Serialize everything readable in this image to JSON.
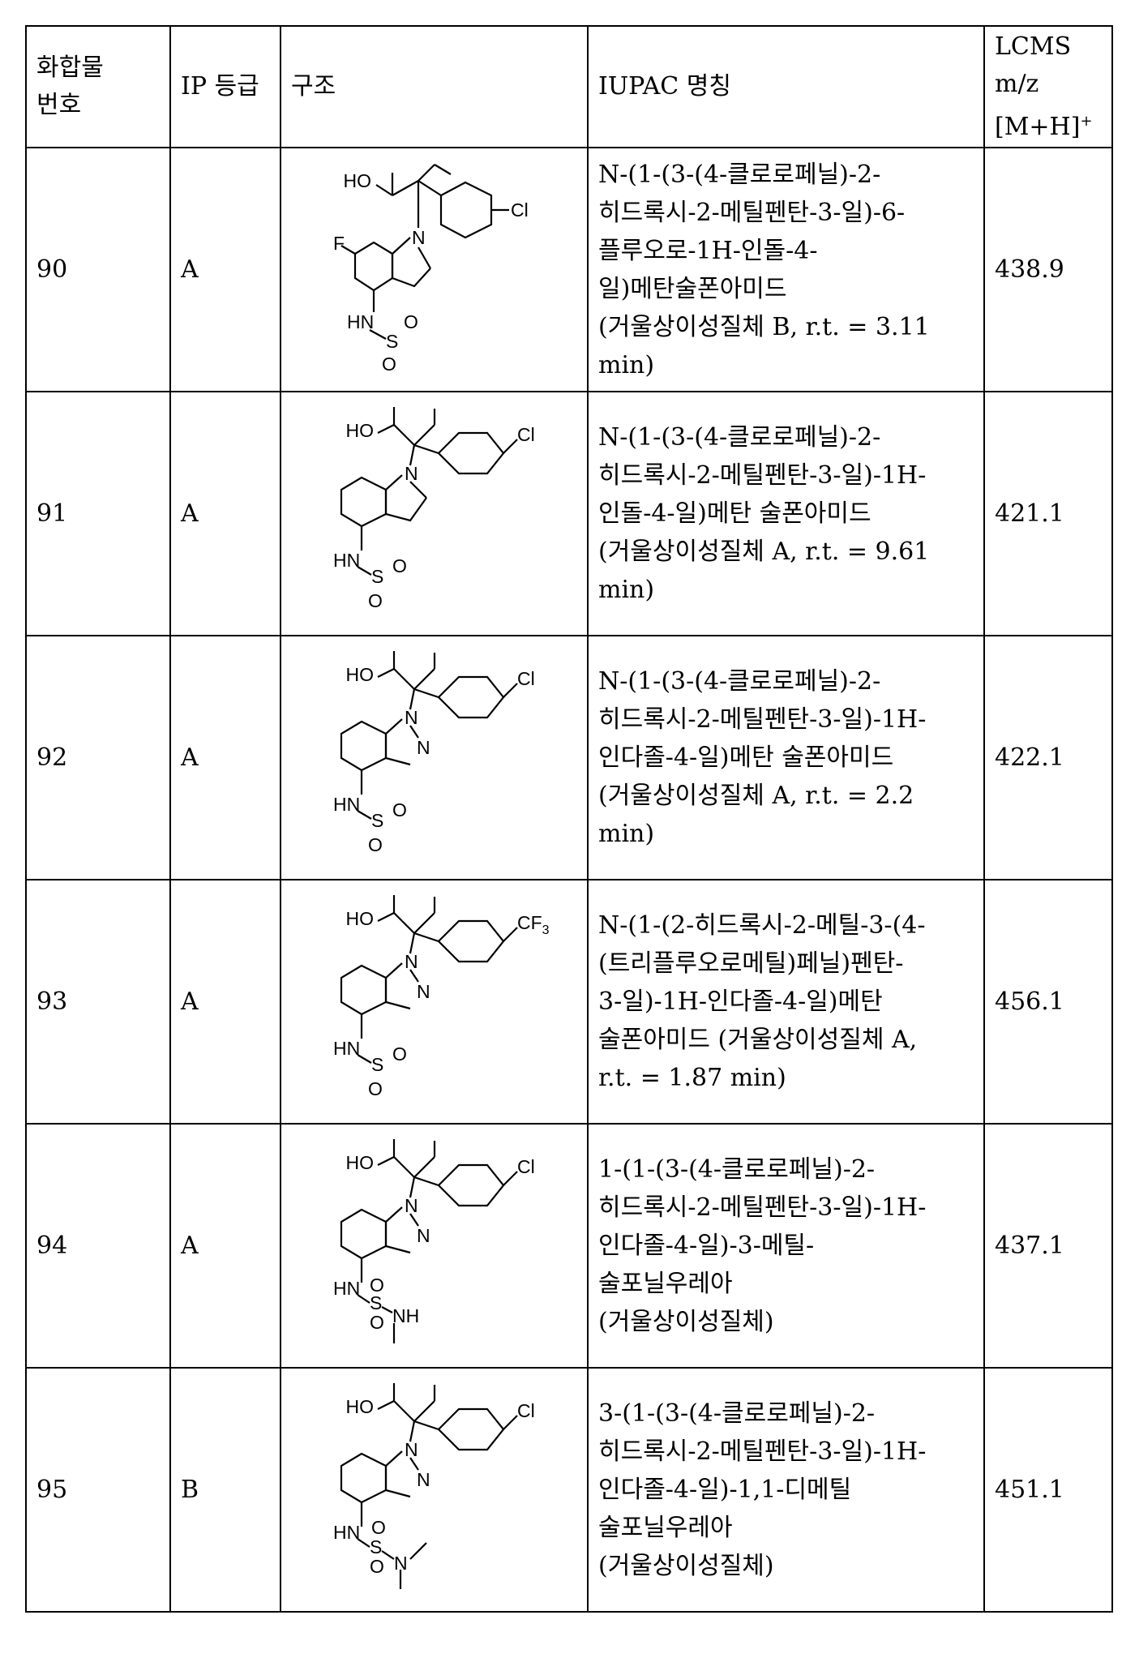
{
  "table": {
    "headers": {
      "compound_no": "화합물\n번호",
      "ip_grade": "IP 등급",
      "structure": "구조",
      "iupac": "IUPAC 명칭",
      "lcms": "LCMS\nm/z\n[M+H]",
      "lcms_sup": "+"
    },
    "rows": [
      {
        "no": "90",
        "grade": "A",
        "name": "N-(1-(3-(4-클로로페닐)-2-\n히드록시-2-메틸펜탄-3-일)-6-\n플루오로-1H-인돌-4-\n일)메탄술폰아미드\n(거울상이성질체 B, r.t. = 3.11\nmin)",
        "lcms": "438.9",
        "labels": {
          "ho": "HO",
          "f": "F",
          "n1": "N",
          "cl": "Cl",
          "hn": "HN",
          "s": "S",
          "o1": "O",
          "o2": "O"
        }
      },
      {
        "no": "91",
        "grade": "A",
        "name": "N-(1-(3-(4-클로로페닐)-2-\n히드록시-2-메틸펜탄-3-일)-1H-\n인돌-4-일)메탄 술폰아미드\n(거울상이성질체 A, r.t. = 9.61\nmin)",
        "lcms": "421.1",
        "labels": {
          "ho": "HO",
          "n1": "N",
          "cl": "Cl",
          "hn": "HN",
          "s": "S",
          "o1": "O",
          "o2": "O"
        }
      },
      {
        "no": "92",
        "grade": "A",
        "name": "N-(1-(3-(4-클로로페닐)-2-\n히드록시-2-메틸펜탄-3-일)-1H-\n인다졸-4-일)메탄 술폰아미드\n(거울상이성질체 A, r.t. = 2.2\nmin)",
        "lcms": "422.1",
        "labels": {
          "ho": "HO",
          "n1": "N",
          "n2": "N",
          "cl": "Cl",
          "hn": "HN",
          "s": "S",
          "o1": "O",
          "o2": "O"
        }
      },
      {
        "no": "93",
        "grade": "A",
        "name": "N-(1-(2-히드록시-2-메틸-3-(4-\n(트리플루오로메틸)페닐)펜탄-\n3-일)-1H-인다졸-4-일)메탄\n술폰아미드 (거울상이성질체 A,\nr.t. = 1.87 min)",
        "lcms": "456.1",
        "labels": {
          "ho": "HO",
          "n1": "N",
          "n2": "N",
          "cf": "CF",
          "cf_sub": "3",
          "hn": "HN",
          "s": "S",
          "o1": "O",
          "o2": "O"
        }
      },
      {
        "no": "94",
        "grade": "A",
        "name": "1-(1-(3-(4-클로로페닐)-2-\n히드록시-2-메틸펜탄-3-일)-1H-\n인다졸-4-일)-3-메틸-\n술포닐우레아\n(거울상이성질체)",
        "lcms": "437.1",
        "labels": {
          "ho": "HO",
          "n1": "N",
          "n2": "N",
          "cl": "Cl",
          "hn": "HN",
          "s": "S",
          "o1": "O",
          "o2": "O",
          "nh": "NH"
        }
      },
      {
        "no": "95",
        "grade": "B",
        "name": "3-(1-(3-(4-클로로페닐)-2-\n히드록시-2-메틸펜탄-3-일)-1H-\n인다졸-4-일)-1,1-디메틸\n술포닐우레아\n(거울상이성질체)",
        "lcms": "451.1",
        "labels": {
          "ho": "HO",
          "n1": "N",
          "n2": "N",
          "cl": "Cl",
          "hn": "HN",
          "s": "S",
          "o1": "O",
          "o2": "O",
          "n3": "N"
        }
      }
    ]
  }
}
